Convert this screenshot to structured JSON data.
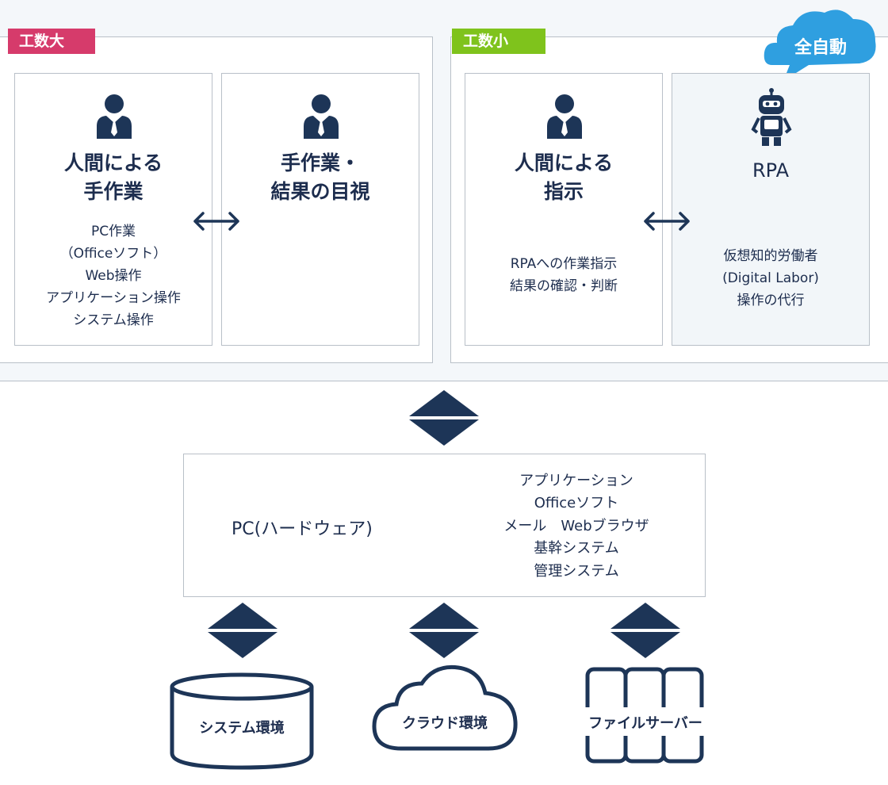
{
  "top_left": {
    "tag": "工数大",
    "panel1": {
      "title": [
        "人間による",
        "手作業"
      ],
      "lines": [
        "PC作業",
        "（Officeソフト）",
        "Web操作",
        "アプリケーション操作",
        "システム操作"
      ]
    },
    "panel2": {
      "title": [
        "手作業・",
        "結果の目視"
      ]
    }
  },
  "top_right": {
    "tag": "工数小",
    "cloud_badge": "全自動",
    "panel1": {
      "title": [
        "人間による",
        "指示"
      ],
      "lines": [
        "RPAへの作業指示",
        "結果の確認・判断"
      ]
    },
    "panel2": {
      "title": "RPA",
      "lines": [
        "仮想知的労働者",
        "(Digital Labor)",
        "操作の代行"
      ]
    }
  },
  "pc_box": {
    "title": "PC(ハードウェア)",
    "apps": [
      "アプリケーション",
      "Officeソフト",
      "メール　Webブラウザ",
      "基幹システム",
      "管理システム"
    ]
  },
  "bottom": {
    "system": "システム環境",
    "cloud": "クラウド環境",
    "fileserver": "ファイルサーバー"
  },
  "colors": {
    "navy": "#1d3557",
    "tag_red": "#d63b6b",
    "tag_green": "#7fc31c",
    "cloud_blue": "#2f9fe0",
    "rpa_panel_bg": "#f2f6f9"
  },
  "icons": [
    "person-icon",
    "robot-icon",
    "double-arrow-icon",
    "diamond-arrow-icon",
    "database-icon",
    "cloud-icon",
    "server-icon"
  ]
}
